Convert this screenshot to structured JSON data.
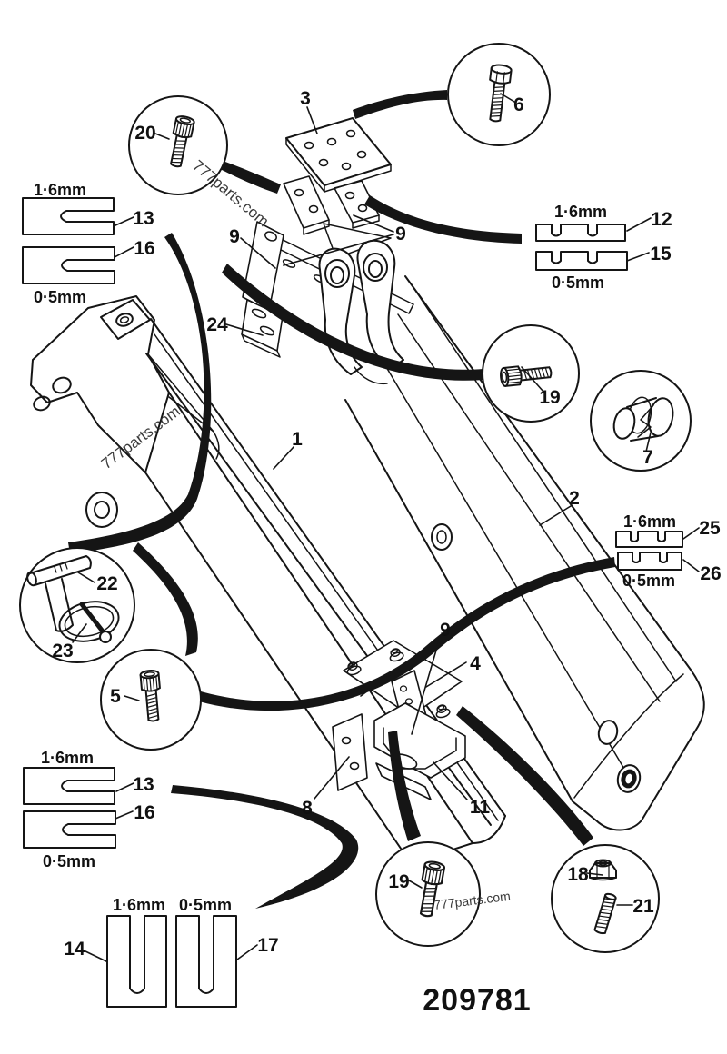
{
  "part_number": "209781",
  "watermark": "777parts.com",
  "thickness": {
    "thick": "1·6mm",
    "thin": "0·5mm"
  },
  "callouts": {
    "n1": "1",
    "n2": "2",
    "n3": "3",
    "n4": "4",
    "n5": "5",
    "n6": "6",
    "n7": "7",
    "n8": "8",
    "n9": "9",
    "n11": "11",
    "n12": "12",
    "n13": "13",
    "n14": "14",
    "n15": "15",
    "n16": "16",
    "n17": "17",
    "n18": "18",
    "n19": "19",
    "n20": "20",
    "n21": "21",
    "n22": "22",
    "n23": "23",
    "n24": "24",
    "n25": "25",
    "n26": "26"
  }
}
